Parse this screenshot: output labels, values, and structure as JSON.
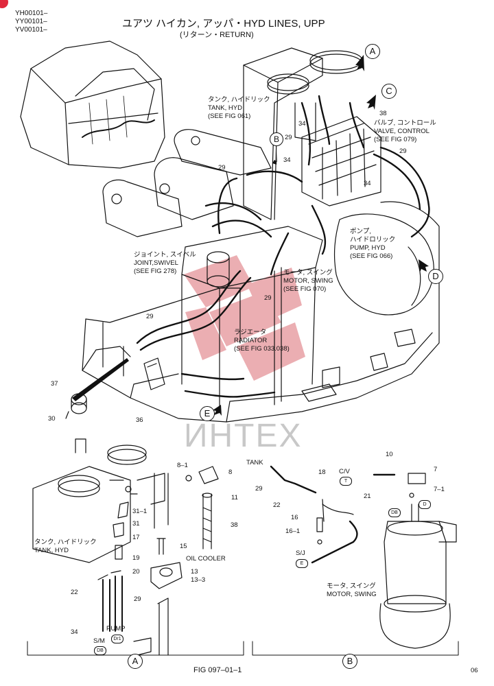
{
  "header": {
    "serials": [
      "YH00101–",
      "YY00101–",
      "YV00101–"
    ],
    "title": "ユアツ ハイカン, アッパ・HYD LINES, UPP",
    "subtitle": "(リターン・RETURN)"
  },
  "watermark": "ИНТЕХ",
  "callouts": {
    "a": "A",
    "b": "B",
    "c": "C",
    "d": "D",
    "e": "E"
  },
  "captions": {
    "tank_hyd": [
      "タンク, ハイドリック",
      "TANK, HYD",
      "(SEE FIG 061)"
    ],
    "valve_control": [
      "バルブ, コントロール",
      "VALVE, CONTROL",
      "(SEE FIG 079)"
    ],
    "pump_hyd": [
      "ポンプ,",
      "ハイドロリック",
      "PUMP, HYD",
      "(SEE FIG 066)"
    ],
    "joint_swivel": [
      "ジョイント, スイベル",
      "JOINT,SWIVEL",
      "(SEE FIG 278)"
    ],
    "motor_swing": [
      "モータ, スイング",
      "MOTOR, SWING",
      "(SEE FIG 070)"
    ],
    "radiator": [
      "ラジエータ",
      "RADIATOR",
      "(SEE FIG 033.038)"
    ]
  },
  "main_parts": {
    "p38": "38",
    "p34a": "34",
    "p29a": "29",
    "p34b": "34",
    "p29b": "29",
    "p29c": "29",
    "p34c": "34",
    "p29d": "29",
    "p29e": "29",
    "p37": "37",
    "p30": "30",
    "p36": "36"
  },
  "detail_a": {
    "parts": {
      "p8_1": "8–1",
      "p8": "8",
      "p11": "11",
      "p38": "38",
      "p31_1": "31–1",
      "p31": "31",
      "p17": "17",
      "p19": "19",
      "p15": "15",
      "p20": "20",
      "p13": "13",
      "p13_3": "13–3",
      "p22": "22",
      "p29": "29",
      "p34": "34"
    },
    "oil_cooler": "OIL COOLER",
    "tank": [
      "タンク, ハイドリック",
      "TANK, HYD"
    ],
    "pump": "PUMP",
    "pump_code": "Dr1",
    "sm": "S/M",
    "sm_code": "DB",
    "callout": "A"
  },
  "detail_b": {
    "tank": "TANK",
    "parts": {
      "p29": "29",
      "p22": "22",
      "p18": "18",
      "p21": "21",
      "p10": "10",
      "p7": "7",
      "p7_1": "7–1",
      "p16": "16",
      "p16_1": "16–1"
    },
    "cv": "C/V",
    "cv_code": "T",
    "d_code": "D",
    "db_code": "DB",
    "sj": "S/J",
    "e_code": "E",
    "motor": [
      "モータ, スイング",
      "MOTOR, SWING"
    ],
    "callout": "B"
  },
  "footer": {
    "fig": "FIG 097–01–1",
    "page": "06"
  }
}
